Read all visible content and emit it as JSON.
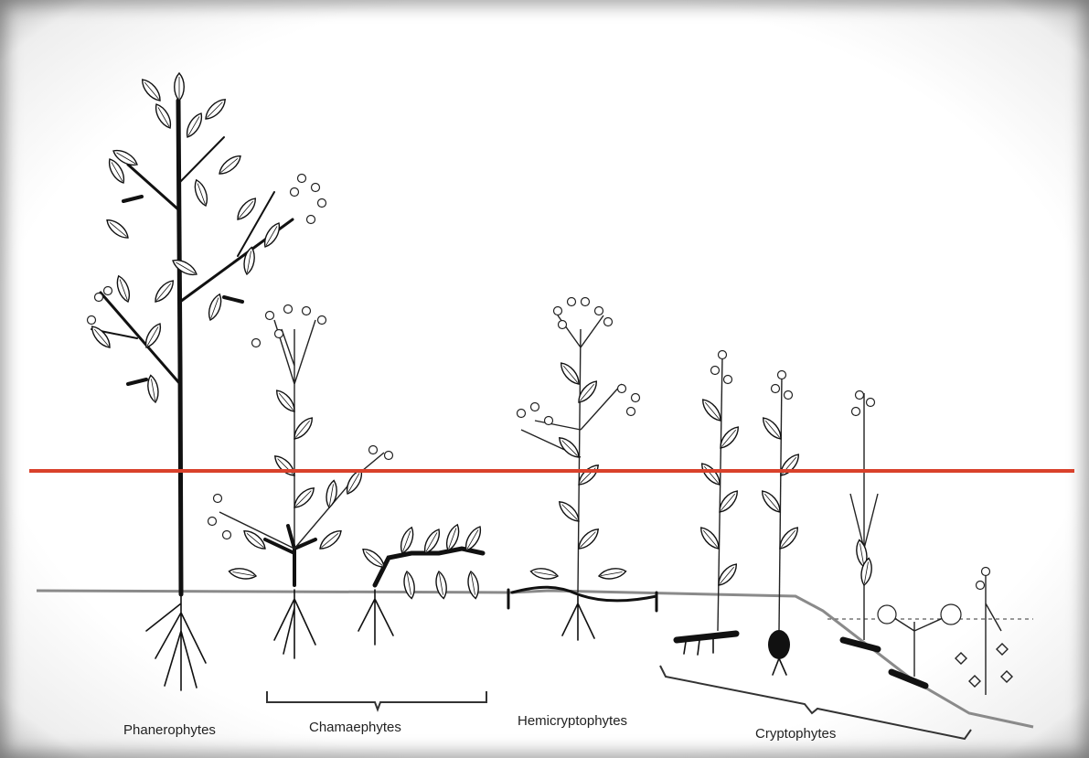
{
  "labels": {
    "phanerophytes": "Phanerophytes",
    "chamaephytes": "Chamaephytes",
    "hemicryptophytes": "Hemicryptophytes",
    "cryptophytes": "Cryptophytes"
  },
  "colors": {
    "reference_line": "#d9412b",
    "ink": "#111111",
    "ground": "#999999"
  }
}
